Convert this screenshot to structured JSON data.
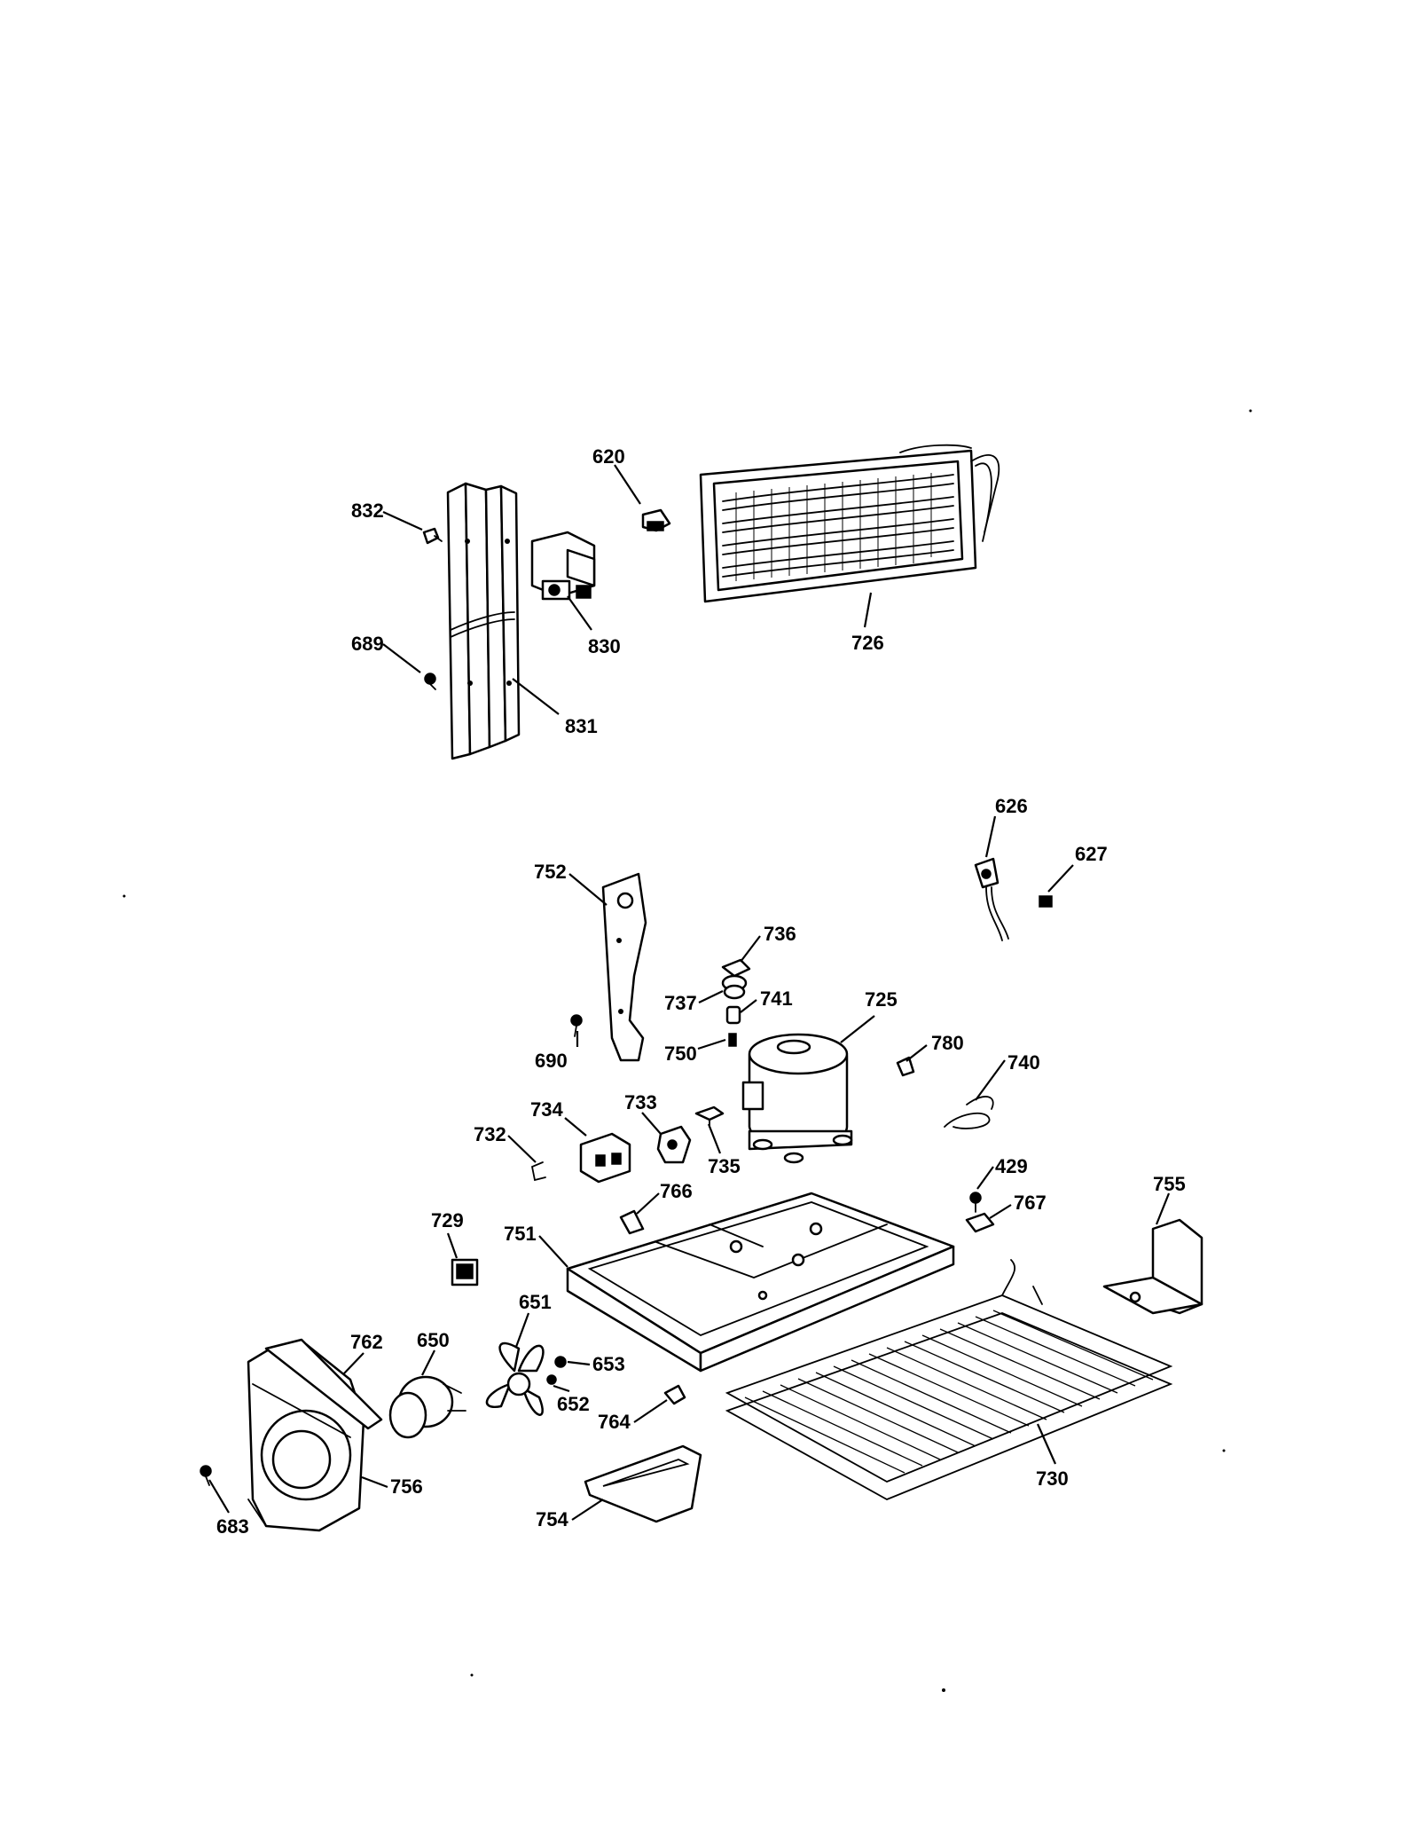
{
  "callouts": {
    "c832": "832",
    "c620": "620",
    "c689": "689",
    "c830": "830",
    "c831": "831",
    "c726": "726",
    "c626": "626",
    "c627": "627",
    "c752": "752",
    "c736": "736",
    "c737": "737",
    "c741": "741",
    "c725": "725",
    "c750": "750",
    "c690": "690",
    "c780": "780",
    "c740": "740",
    "c733": "733",
    "c734": "734",
    "c732": "732",
    "c735": "735",
    "c429": "429",
    "c755": "755",
    "c766": "766",
    "c767": "767",
    "c729": "729",
    "c751": "751",
    "c651": "651",
    "c762": "762",
    "c650": "650",
    "c653": "653",
    "c652": "652",
    "c764": "764",
    "c730": "730",
    "c756": "756",
    "c683": "683",
    "c754": "754"
  }
}
